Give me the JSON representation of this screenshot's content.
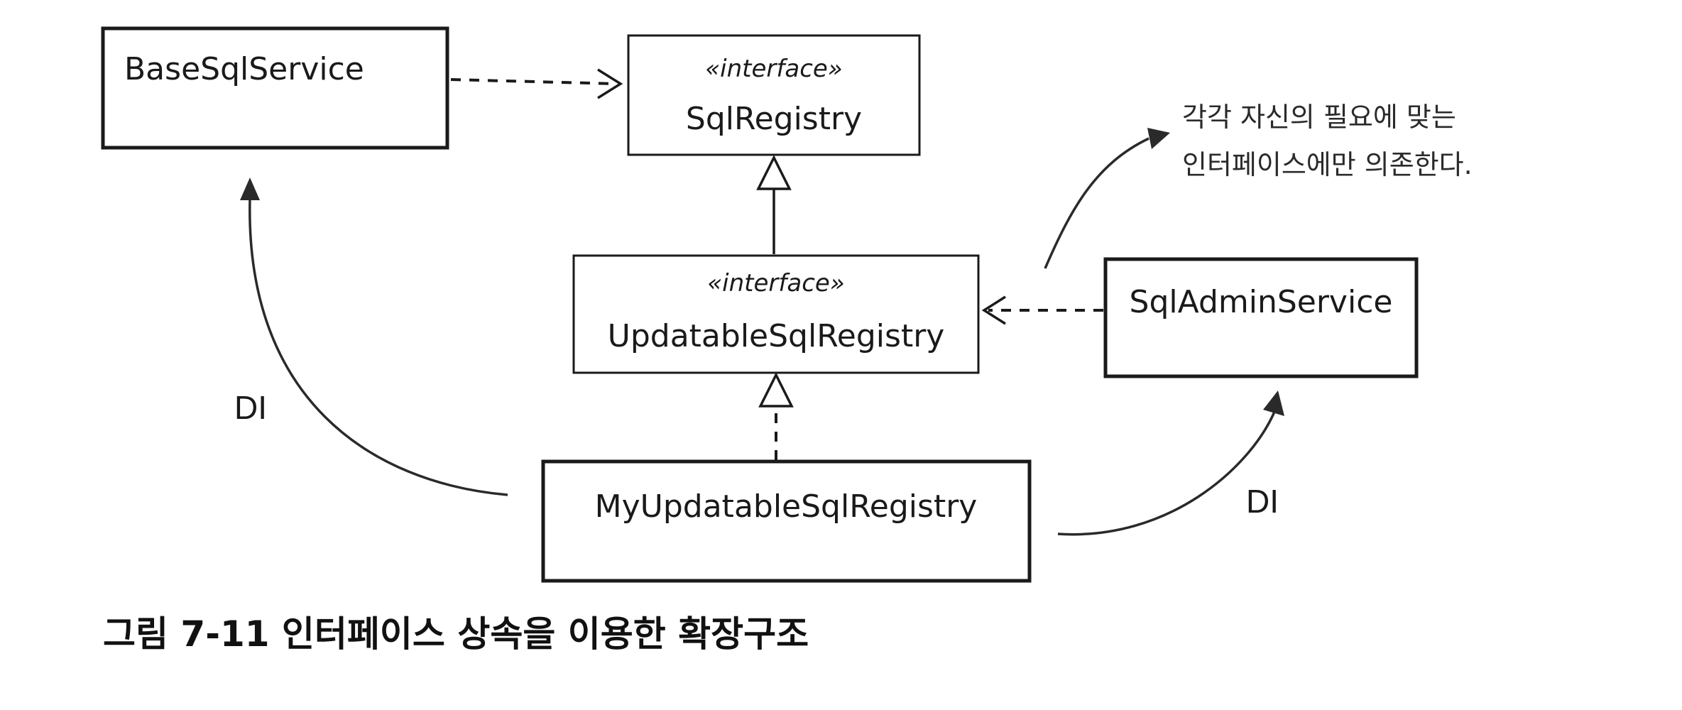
{
  "classes": {
    "base_sql_service": {
      "name": "BaseSqlService"
    },
    "sql_registry": {
      "stereotype": "«interface»",
      "name": "SqlRegistry"
    },
    "updatable_sql_registry": {
      "stereotype": "«interface»",
      "name": "UpdatableSqlRegistry"
    },
    "sql_admin_service": {
      "name": "SqlAdminService"
    },
    "my_updatable_sql_registry": {
      "name": "MyUpdatableSqlRegistry"
    }
  },
  "note": {
    "line1": "각각 자신의 필요에 맞는",
    "line2": "인터페이스에만 의존한다."
  },
  "labels": {
    "di_left": "DI",
    "di_right": "DI"
  },
  "caption": "그림 7-11 인터페이스 상속을 이용한 확장구조"
}
